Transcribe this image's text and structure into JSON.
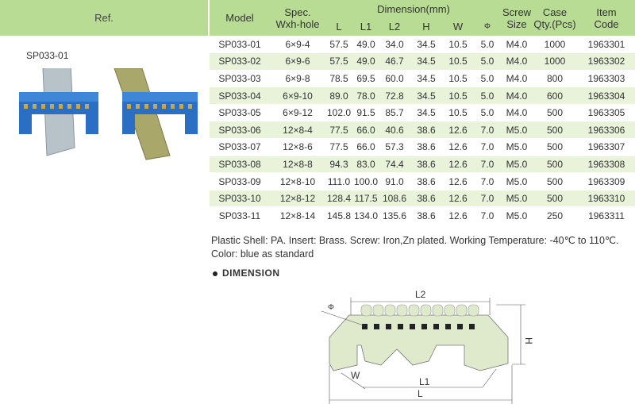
{
  "ref": {
    "header": "Ref.",
    "label": "SP033-01"
  },
  "table": {
    "headers": {
      "model": "Model",
      "spec": "Spec.\nWxh-hole",
      "spec_l1": "Spec.",
      "spec_l2": "Wxh-hole",
      "dimension": "Dimension(mm)",
      "L": "L",
      "L1": "L1",
      "L2": "L2",
      "H": "H",
      "W": "W",
      "phi": "Φ",
      "screw_l1": "Screw",
      "screw_l2": "Size",
      "case_l1": "Case",
      "case_l2": "Qty.(Pcs)",
      "item_l1": "Item",
      "item_l2": "Code"
    },
    "rows": [
      [
        "SP033-01",
        "6×9-4",
        "57.5",
        "49.0",
        "34.0",
        "34.5",
        "10.5",
        "5.0",
        "M4.0",
        "1000",
        "1963301"
      ],
      [
        "SP033-02",
        "6×9-6",
        "57.5",
        "49.0",
        "46.7",
        "34.5",
        "10.5",
        "5.0",
        "M4.0",
        "1000",
        "1963302"
      ],
      [
        "SP033-03",
        "6×9-8",
        "78.5",
        "69.5",
        "60.0",
        "34.5",
        "10.5",
        "5.0",
        "M4.0",
        "800",
        "1963303"
      ],
      [
        "SP033-04",
        "6×9-10",
        "89.0",
        "78.0",
        "72.8",
        "34.5",
        "10.5",
        "5.0",
        "M4.0",
        "600",
        "1963304"
      ],
      [
        "SP033-05",
        "6×9-12",
        "102.0",
        "91.5",
        "85.7",
        "34.5",
        "10.5",
        "5.0",
        "M4.0",
        "500",
        "1963305"
      ],
      [
        "SP033-06",
        "12×8-4",
        "77.5",
        "66.0",
        "40.6",
        "38.6",
        "12.6",
        "7.0",
        "M5.0",
        "500",
        "1963306"
      ],
      [
        "SP033-07",
        "12×8-6",
        "77.5",
        "66.0",
        "57.3",
        "38.6",
        "12.6",
        "7.0",
        "M5.0",
        "500",
        "1963307"
      ],
      [
        "SP033-08",
        "12×8-8",
        "94.3",
        "83.0",
        "74.4",
        "38.6",
        "12.6",
        "7.0",
        "M5.0",
        "500",
        "1963308"
      ],
      [
        "SP033-09",
        "12×8-10",
        "111.0",
        "100.0",
        "91.0",
        "38.6",
        "12.6",
        "7.0",
        "M5.0",
        "500",
        "1963309"
      ],
      [
        "SP033-10",
        "12×8-12",
        "128.4",
        "117.5",
        "108.6",
        "38.6",
        "12.6",
        "7.0",
        "M5.0",
        "500",
        "1963310"
      ],
      [
        "SP033-11",
        "12×8-14",
        "145.8",
        "134.0",
        "135.6",
        "38.6",
        "12.6",
        "7.0",
        "M5.0",
        "250",
        "1963311"
      ]
    ]
  },
  "notes": {
    "line1": "Plastic Shell: PA. Insert: Brass. Screw: Iron,Zn plated. Working Temperature: -40℃ to 110℃.",
    "line2": "Color: blue as standard"
  },
  "dimension": {
    "title": "DIMENSION",
    "labels": {
      "L2": "L2",
      "phi": "Φ",
      "H": "H",
      "W": "W",
      "L1": "L1",
      "L": "L"
    }
  }
}
